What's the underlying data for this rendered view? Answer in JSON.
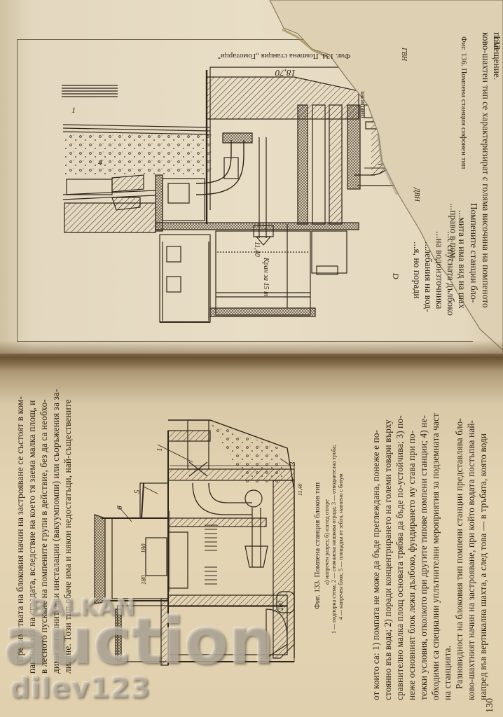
{
  "document": {
    "type": "scanned book spread, rotated 90 degrees",
    "language": "Bulgarian"
  },
  "top_page": {
    "page_number": "133",
    "figure_134": {
      "caption": "Фиг. 134. Помпена станция „Гомотарци\"",
      "dimension_top": "18,70",
      "label_right": "засипано",
      "crane_label": "Кран за 15 т",
      "dimension_lower": "11,40",
      "part_label_1": "1",
      "part_label_4": "4",
      "part_label_D": "D"
    },
    "figure_136": {
      "caption": "Фиг. 136. Помпена станция сифонен тип",
      "label_upper_level": "ГВН",
      "label_lower_level": "ДВН"
    },
    "text_fragment_lines": [
      "...право в пом-",
      "...я, но поради",
      "...лебания на вод-",
      "...на водоизточника",
      "...с спусната дълбоко",
      "...мита и има вид на шах",
      "Помпените станции бло-",
      "ково-шахтен тип се характеризират с голяма височина на помпеното",
      "помещение."
    ]
  },
  "bottom_page": {
    "page_number": "130",
    "paragraph_top": [
      "Предимствата на блоковия начин на застрояване се състоят в ком-",
      "пактността на сградата, вследствие на което тя заема малка площ, и",
      "в лесното пускане на помпените групи в действие, без да са необхо-",
      "дими допълнителни инсталации (вакуумпомпи) или съоръжения за за-",
      "ливане. Този тип обаче има и някои недостатъци, най-съществените"
    ],
    "figure_133": {
      "caption": "Фиг. 133. Помпена станция блоков тип",
      "legend_line_1": "а) напречен разрез; б) изглед отгоре",
      "legend_line_2": "1 — подпорна стена; 2 — стоманена нишкова ограда; 3 — отводнителна тръба;",
      "legend_line_3": "4 — напречен блок; 5 — площадка от зебло, напоено с битум",
      "dimension_a": "180",
      "dimension_b": "180",
      "dimension_c": "200",
      "dimension_total": "11,40",
      "part_labels": [
        "1",
        "3",
        "5",
        "6"
      ]
    },
    "paragraph_bottom": [
      "от които са: 1) помпата не може да бъде преглеждана, понеже е по-",
      "стоянно във вода; 2) поради концентрирането на големи товари върху",
      "сравнително малка площ основата трябва да бъде по-устойчива; 3) по-",
      "неже основният блок лежи дълбоко, фундирането му става при по-",
      "тежки условия, отколкото при другите типове помпени станции; 4) не-",
      "обходими са специални уплътнителни мероприятия за подземната част",
      "на станцията.",
      "Разновидност на блоковия тип помпени станции представлява бло-",
      "ково-шахтният начин на застрояване, при който водата постъпва най-",
      "напред във вертикална шахта, а след това — в тръбата, която води"
    ]
  },
  "watermark": {
    "line_1": "BALKAN",
    "line_2": "auction",
    "line_3": "dilev123"
  },
  "colors": {
    "paper": "#e6dbc2",
    "ink": "#2e2418",
    "gutter_shadow": "#7a6140"
  }
}
